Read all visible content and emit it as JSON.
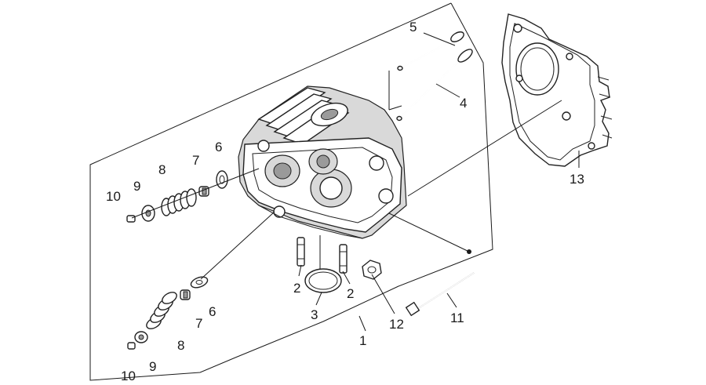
{
  "callouts": [
    {
      "id": "c1",
      "label": "1"
    },
    {
      "id": "c2a",
      "label": "2"
    },
    {
      "id": "c2b",
      "label": "2"
    },
    {
      "id": "c3",
      "label": "3"
    },
    {
      "id": "c4",
      "label": "4"
    },
    {
      "id": "c5",
      "label": "5"
    },
    {
      "id": "c6a",
      "label": "6"
    },
    {
      "id": "c6b",
      "label": "6"
    },
    {
      "id": "c7a",
      "label": "7"
    },
    {
      "id": "c7b",
      "label": "7"
    },
    {
      "id": "c8a",
      "label": "8"
    },
    {
      "id": "c8b",
      "label": "8"
    },
    {
      "id": "c9a",
      "label": "9"
    },
    {
      "id": "c9b",
      "label": "9"
    },
    {
      "id": "c10a",
      "label": "10"
    },
    {
      "id": "c10b",
      "label": "10"
    },
    {
      "id": "c11",
      "label": "11"
    },
    {
      "id": "c12",
      "label": "12"
    },
    {
      "id": "c13",
      "label": "13"
    }
  ]
}
